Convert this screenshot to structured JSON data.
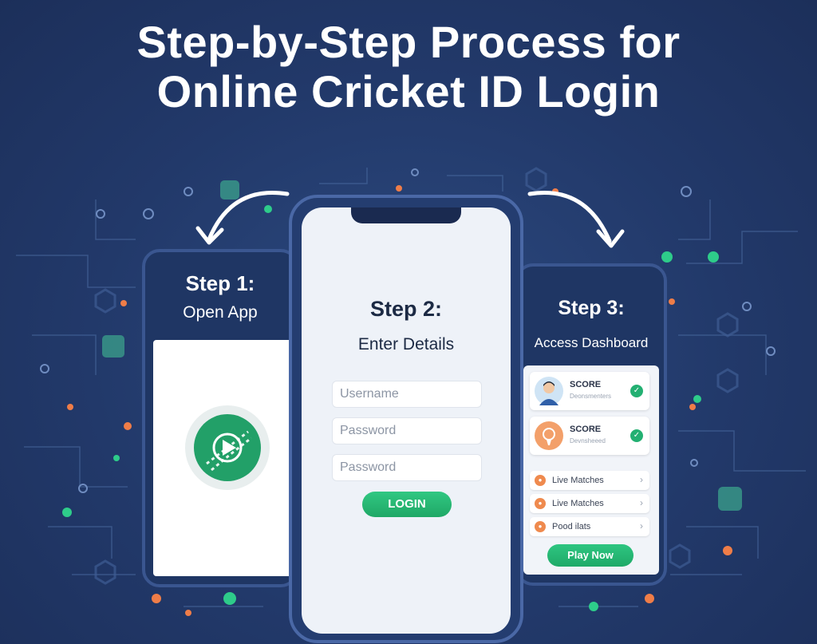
{
  "title": {
    "line1": "Step-by-Step Process for",
    "line2": "Online Cricket ID Login"
  },
  "step1": {
    "title": "Step 1:",
    "subtitle": "Open App",
    "icon": "play-icon"
  },
  "step2": {
    "title": "Step 2:",
    "subtitle": "Enter Details",
    "fields": [
      {
        "placeholder": "Username"
      },
      {
        "placeholder": "Password"
      },
      {
        "placeholder": "Password"
      }
    ],
    "login_label": "LOGIN"
  },
  "step3": {
    "title": "Step 3:",
    "subtitle": "Access Dashboard",
    "cards": [
      {
        "label": "SCORE",
        "sub": "Deonsmenters"
      },
      {
        "label": "SCORE",
        "sub": "Devnsheeed"
      }
    ],
    "rows": [
      {
        "label": "Live Matches"
      },
      {
        "label": "Live Matches"
      },
      {
        "label": "Pood ilats"
      }
    ],
    "play_label": "Play Now"
  },
  "colors": {
    "background": "#22396a",
    "accent_green": "#23b072",
    "accent_orange": "#ef8a4e",
    "phone_frame": "#1f3664"
  }
}
